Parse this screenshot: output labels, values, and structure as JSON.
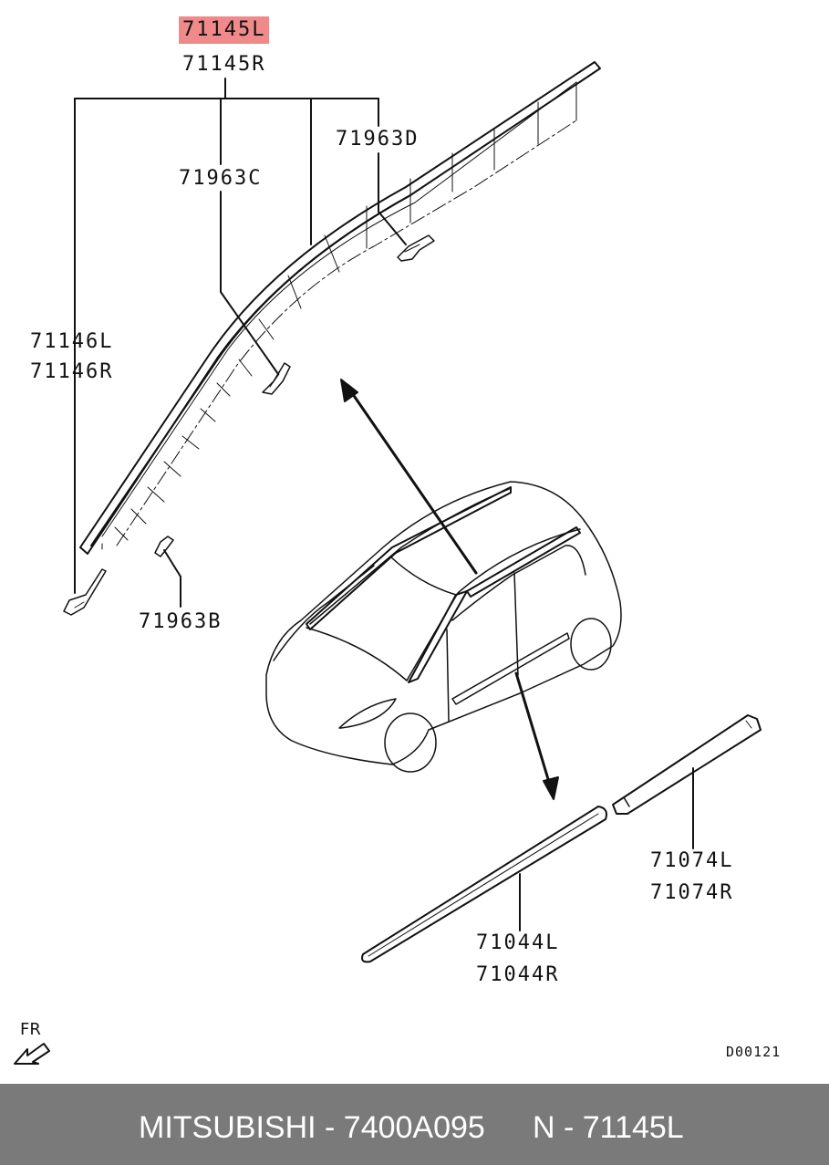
{
  "labels": {
    "top_highlighted": "71145L",
    "top_second": "71145R",
    "clip_d": "71963D",
    "clip_c": "71963C",
    "pillar_left": "71146L",
    "pillar_right": "71146R",
    "clip_b": "71963B",
    "door_upper_left": "71074L",
    "door_upper_right": "71074R",
    "door_lower_left": "71044L",
    "door_lower_right": "71044R"
  },
  "direction_label": "FR",
  "reference_code": "D00121",
  "footer": {
    "brand_part": "MITSUBISHI - 7400A095",
    "catalog_part": "N - 71145L"
  },
  "colors": {
    "highlight": "#f08a8a",
    "footer_bg": "#7a7a7a",
    "line": "#111111"
  }
}
